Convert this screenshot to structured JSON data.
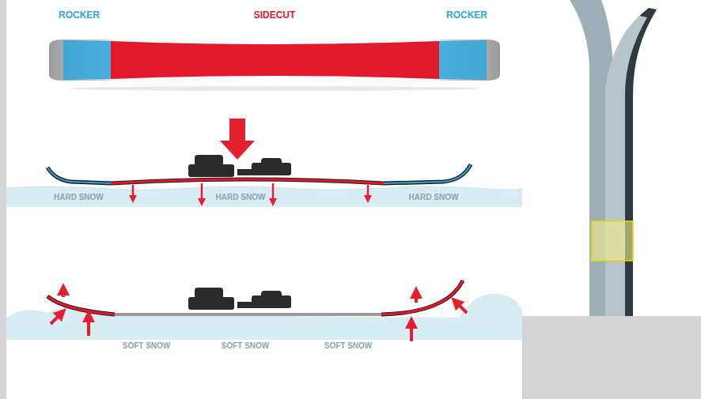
{
  "diagram": {
    "labels": [
      "ROCKER",
      "SIDECUT",
      "ROCKER",
      "HARD SNOW",
      "HARD SNOW",
      "HARD SNOW",
      "SOFT SNOW",
      "SOFT SNOW",
      "SOFT SNOW"
    ]
  }
}
